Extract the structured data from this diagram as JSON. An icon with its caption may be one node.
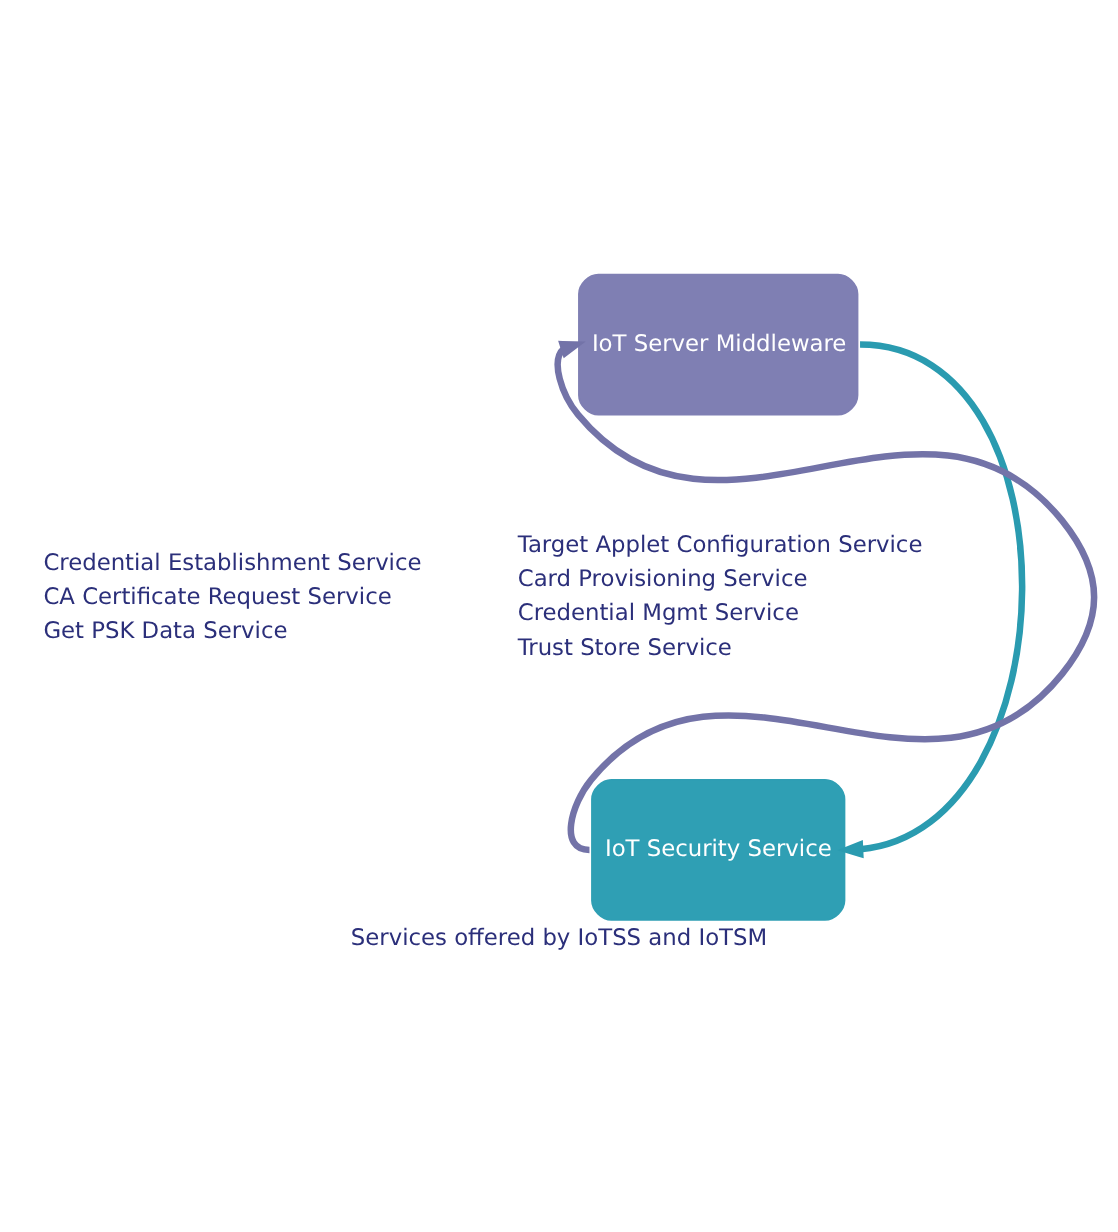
{
  "diagram": {
    "caption": "Services offered by IoTSS and IoTSM",
    "nodes": [
      {
        "text": [
          "IoT Server Middleware"
        ]
      },
      {
        "text": [
          "IoT Security Service"
        ]
      }
    ],
    "edges": [
      {
        "from": 0,
        "to": 1,
        "arrow": "to",
        "color": "#2a9bb0"
      },
      {
        "from": 1,
        "to": 0,
        "arrow": "to",
        "color": "#7373a8"
      }
    ],
    "labels": [
      "Credential Establishment Service",
      "CA Certificate Request Service",
      "Get PSK Data Service",
      "Target Applet Configuration Service",
      "Card Provisioning Service",
      "Credential Mgmt Service",
      "Trust Store Service"
    ]
  }
}
